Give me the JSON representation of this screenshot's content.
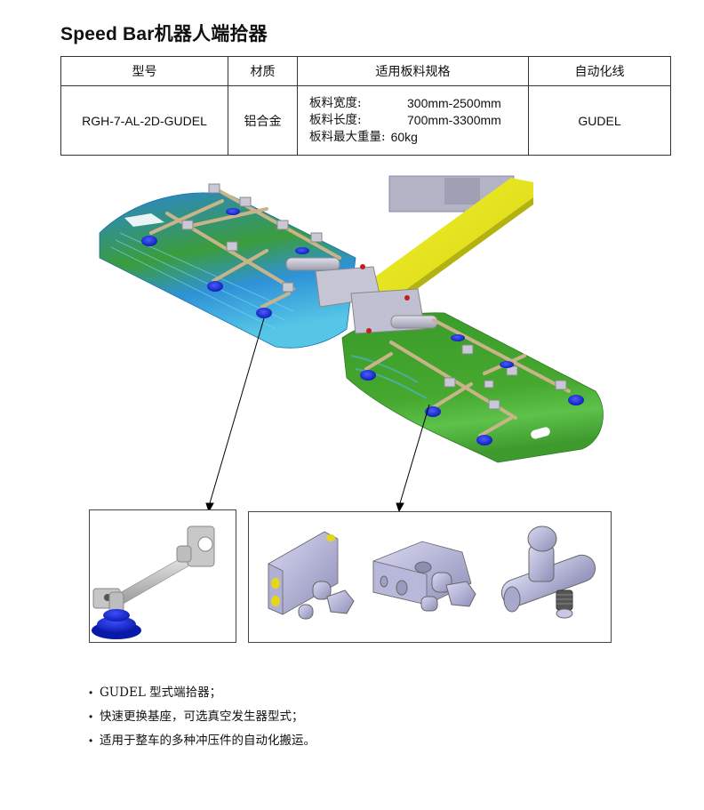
{
  "page": {
    "title": "Speed Bar机器人端拾器"
  },
  "spec_table": {
    "headers": [
      "型号",
      "材质",
      "适用板料规格",
      "自动化线"
    ],
    "row": {
      "model": "RGH-7-AL-2D-GUDEL",
      "material": "铝合金",
      "specs": [
        {
          "key": "板料宽度:",
          "value": "300mm-2500mm"
        },
        {
          "key": "板料长度:",
          "value": "700mm-3300mm"
        },
        {
          "key": "板料最大重量:",
          "value": "60kg"
        }
      ],
      "line": "GUDEL"
    }
  },
  "figure": {
    "main_image": "speed-bar-end-effector-3d-render",
    "colors": {
      "crossbar_yellow": "#e8e81a",
      "panel_green": "#3f9a2e",
      "panel_blue": "#1f7fd0",
      "suction_cup_blue": "#1a2fd6",
      "metal_gray": "#b9b9c9",
      "rod_tan": "#c9b48a"
    },
    "detail_left": "suction-cup-arm-assembly",
    "detail_right": [
      "quick-change-block",
      "vacuum-connector-block",
      "vacuum-generator-valve"
    ]
  },
  "bullets": [
    "GUDEL 型式端拾器；",
    "快速更换基座，可选真空发生器型式；",
    "适用于整车的多种冲压件的自动化搬运。"
  ],
  "bullet_symbol": "•"
}
